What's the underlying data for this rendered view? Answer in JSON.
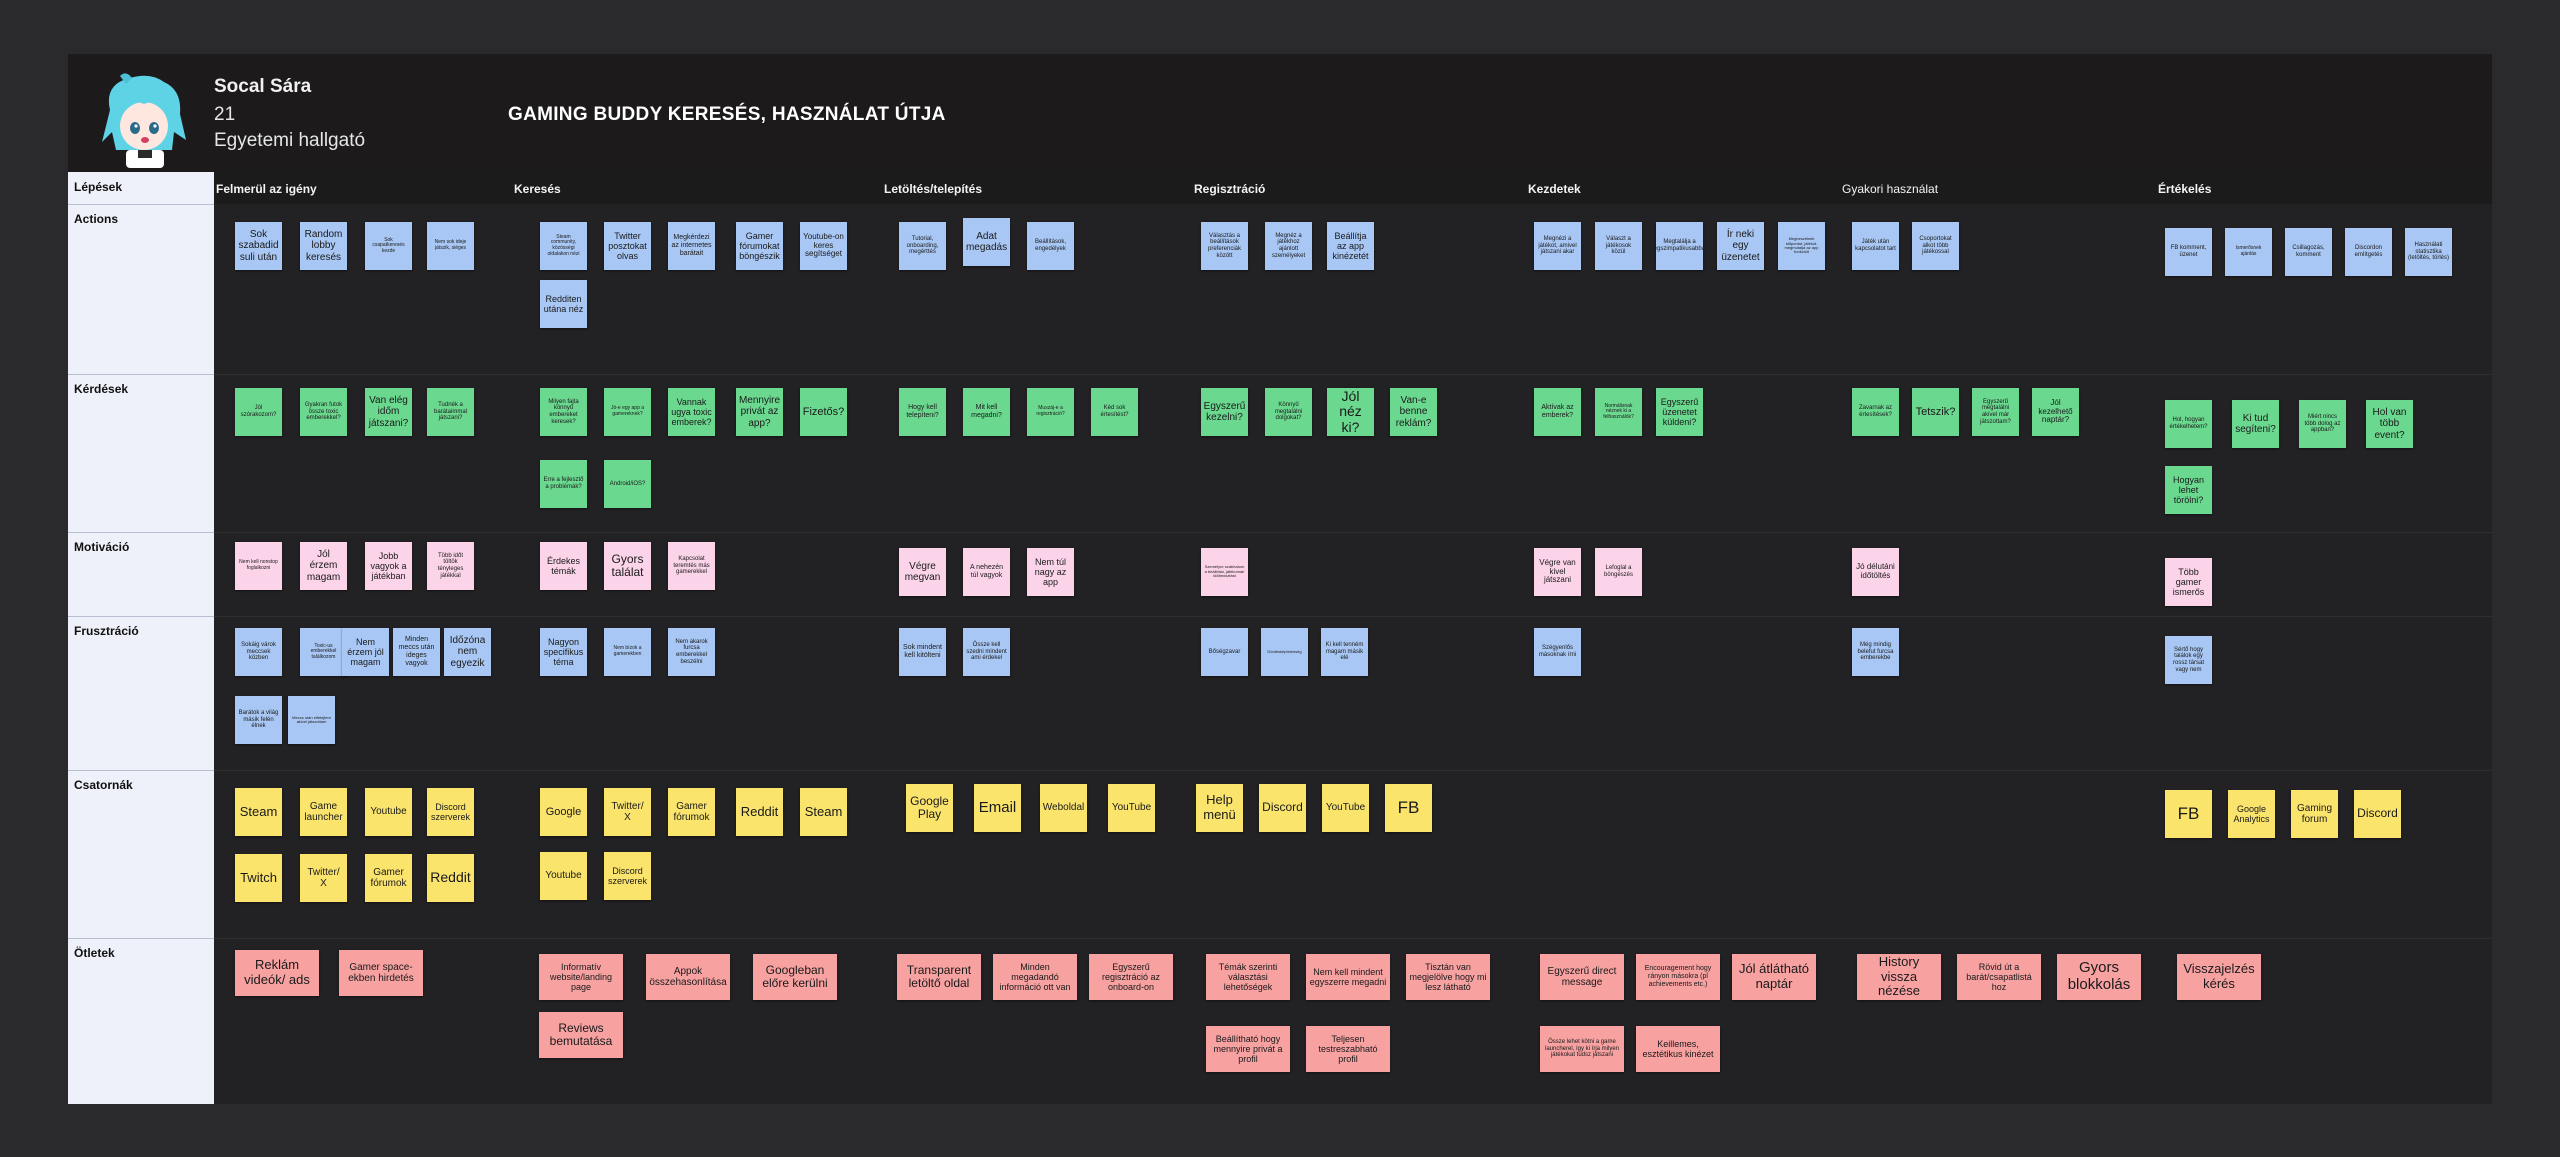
{
  "persona": {
    "name": "Socal Sára",
    "age": "21",
    "role": "Egyetemi hallgató"
  },
  "title": "GAMING BUDDY KERESÉS, HASZNÁLAT ÚTJA",
  "row_labels": [
    "Lépések",
    "Actions",
    "Kérdések",
    "Motiváció",
    "Frusztráció",
    "Csatornák",
    "Ötletek"
  ],
  "stages": [
    "Felmerül az igény",
    "Keresés",
    "Letöltés/telepítés",
    "Regisztráció",
    "Kezdetek",
    "Gyakori használat",
    "Értékelés"
  ],
  "notes": [
    {
      "t": "Sok szabadid suli után",
      "c": "b"
    },
    {
      "t": "Random lobby keresés",
      "c": "b"
    },
    {
      "t": "Sok csapatkeresés kezde",
      "c": "b"
    },
    {
      "t": "Nem sok ideje játszik, siéges",
      "c": "b"
    },
    {
      "t": "Steam community, közösségi oldalakon nézi",
      "c": "b"
    },
    {
      "t": "Twitter posztokat olvas",
      "c": "b"
    },
    {
      "t": "Megkérdezi az internetes barátait",
      "c": "b"
    },
    {
      "t": "Gamer fórumokat böngészik",
      "c": "b"
    },
    {
      "t": "Youtube-on keres segítséget",
      "c": "b"
    },
    {
      "t": "Redditen utána néz",
      "c": "b"
    },
    {
      "t": "Tutorial, onboarding, megérttés",
      "c": "b"
    },
    {
      "t": "Adat megadás",
      "c": "b"
    },
    {
      "t": "Beállítások, engedélyek",
      "c": "b"
    },
    {
      "t": "Választás a beállítások preferenciák között",
      "c": "b"
    },
    {
      "t": "Megnéz a játékhoz ajánlott személyeket",
      "c": "b"
    },
    {
      "t": "Beállítja az app kinézetét",
      "c": "b"
    },
    {
      "t": "Megnézi a játékot, amivel játszani akar",
      "c": "b"
    },
    {
      "t": "Választ a játékosok közül",
      "c": "b"
    },
    {
      "t": "Megtalálja a legszimpatikusabbat",
      "c": "b"
    },
    {
      "t": "Ír neki egy üzenetet",
      "c": "b"
    },
    {
      "t": "Megbeszélnek időpontot, játékot, megmutatja az app funkcióit",
      "c": "b"
    },
    {
      "t": "Játék után kapcsolatot tart",
      "c": "b"
    },
    {
      "t": "Csoportokat alkot több játékossal",
      "c": "b"
    },
    {
      "t": "FB komment, üzenet",
      "c": "b"
    },
    {
      "t": "Ismerősnek ajánlás",
      "c": "b"
    },
    {
      "t": "Csillagozás, komment",
      "c": "b"
    },
    {
      "t": "Discordon említgetés",
      "c": "b"
    },
    {
      "t": "Használati statisztika (letöltés, törlés)",
      "c": "b"
    },
    {
      "t": "Jól szórakozom?",
      "c": "g"
    },
    {
      "t": "Gyakran futok össze toxic emberekkel?",
      "c": "g"
    },
    {
      "t": "Van elég időm játszani?",
      "c": "g"
    },
    {
      "t": "Tudnék a barátaimmal játszani?",
      "c": "g"
    },
    {
      "t": "Milyen fajta könnyű embereket keresek?",
      "c": "g"
    },
    {
      "t": "Jó-e egy app a gamereknek?",
      "c": "g"
    },
    {
      "t": "Vannak ugya toxic emberek?",
      "c": "g"
    },
    {
      "t": "Mennyire privát az app?",
      "c": "g"
    },
    {
      "t": "Fizetős?",
      "c": "g"
    },
    {
      "t": "Erre a fejlesztő a problémák?",
      "c": "g"
    },
    {
      "t": "Android/iOS?",
      "c": "g"
    },
    {
      "t": "Hogy kell telepíteni?",
      "c": "g"
    },
    {
      "t": "Mit kell megadni?",
      "c": "g"
    },
    {
      "t": "Muszáj-e a regisztráció?",
      "c": "g"
    },
    {
      "t": "Kéd sok értesítést?",
      "c": "g"
    },
    {
      "t": "Egyszerű kezelni?",
      "c": "g"
    },
    {
      "t": "Könnyű megtalálni dolgokat?",
      "c": "g"
    },
    {
      "t": "Jól néz ki?",
      "c": "g"
    },
    {
      "t": "Van-e benne reklám?",
      "c": "g"
    },
    {
      "t": "Aktívak az emberek?",
      "c": "g"
    },
    {
      "t": "Normálisnak néznek ki a felhasználók?",
      "c": "g"
    },
    {
      "t": "Egyszerű üzenetet küldeni?",
      "c": "g"
    },
    {
      "t": "Zavarnak az értesítések?",
      "c": "g"
    },
    {
      "t": "Tetszik?",
      "c": "g"
    },
    {
      "t": "Egyszerű megtalálni akivel már játszottam?",
      "c": "g"
    },
    {
      "t": "Jól kezelhető naptár?",
      "c": "g"
    },
    {
      "t": "Hol, hogyan értékelhetem?",
      "c": "g"
    },
    {
      "t": "Ki tud segíteni?",
      "c": "g"
    },
    {
      "t": "Miért nincs több dolog az appban?",
      "c": "g"
    },
    {
      "t": "Hol van több event?",
      "c": "g"
    },
    {
      "t": "Hogyan lehet törölni?",
      "c": "g"
    },
    {
      "t": "Nem kell nonstop foglalkozni",
      "c": "p"
    },
    {
      "t": "Jól érzem magam",
      "c": "p"
    },
    {
      "t": "Jobb vagyok a játékban",
      "c": "p"
    },
    {
      "t": "Több időt töltök tényleges játékkal",
      "c": "p"
    },
    {
      "t": "Érdekes témák",
      "c": "p"
    },
    {
      "t": "Gyors találat",
      "c": "p"
    },
    {
      "t": "Kapcsolat teremtés más gamerekkel",
      "c": "p"
    },
    {
      "t": "Végre megvan",
      "c": "p"
    },
    {
      "t": "A nehezén túl vagyok",
      "c": "p"
    },
    {
      "t": "Nem túl nagy az app",
      "c": "p"
    },
    {
      "t": "Személyre szabhatom a beállítási, játékomat/ időbeosztást",
      "c": "p"
    },
    {
      "t": "Végre van kivel játszani",
      "c": "p"
    },
    {
      "t": "Lefoglal a böngészés",
      "c": "p"
    },
    {
      "t": "Jó délutáni időtöltés",
      "c": "p"
    },
    {
      "t": "Több gamer ismerős",
      "c": "p"
    },
    {
      "t": "Sokáig várok meccsek közben",
      "c": "b"
    },
    {
      "t": "Toxic-us emberekkel találkozom",
      "c": "b"
    },
    {
      "t": "Nem érzem jól magam",
      "c": "b"
    },
    {
      "t": "Minden meccs után ideges vagyok",
      "c": "b"
    },
    {
      "t": "Időzóna nem egyezik",
      "c": "b"
    },
    {
      "t": "Barátok a világ másik felén élnek",
      "c": "b"
    },
    {
      "t": "Meccs után elfelejtem akivel játszottam",
      "c": "b"
    },
    {
      "t": "Nagyon specifikus téma",
      "c": "b"
    },
    {
      "t": "Nem bízok a gamerekben",
      "c": "b"
    },
    {
      "t": "Nem akarok furcsa emberekkel beszélni",
      "c": "b"
    },
    {
      "t": "Sok mindent kell kitölteni",
      "c": "b"
    },
    {
      "t": "Össze kell szedni mindent ami érdekel",
      "c": "b"
    },
    {
      "t": "Bőségzavar",
      "c": "b"
    },
    {
      "t": "Döntésképtelenség",
      "c": "b"
    },
    {
      "t": "Ki kell tenném magam másik elé",
      "c": "b"
    },
    {
      "t": "Szégyenlős másoknak írni",
      "c": "b"
    },
    {
      "t": "Még mindig belefut furcsa emberekbe",
      "c": "b"
    },
    {
      "t": "Sértő hogy találok egy rossz társat vagy nem",
      "c": "b"
    },
    {
      "t": "Steam",
      "c": "y"
    },
    {
      "t": "Game launcher",
      "c": "y"
    },
    {
      "t": "Youtube",
      "c": "y"
    },
    {
      "t": "Discord szerverek",
      "c": "y"
    },
    {
      "t": "Twitch",
      "c": "y"
    },
    {
      "t": "Twitter/ X",
      "c": "y"
    },
    {
      "t": "Gamer fórumok",
      "c": "y"
    },
    {
      "t": "Reddit",
      "c": "y"
    },
    {
      "t": "Google",
      "c": "y"
    },
    {
      "t": "Twitter/ X",
      "c": "y"
    },
    {
      "t": "Gamer fórumok",
      "c": "y"
    },
    {
      "t": "Reddit",
      "c": "y"
    },
    {
      "t": "Steam",
      "c": "y"
    },
    {
      "t": "Youtube",
      "c": "y"
    },
    {
      "t": "Discord szerverek",
      "c": "y"
    },
    {
      "t": "Google Play",
      "c": "y"
    },
    {
      "t": "Email",
      "c": "y"
    },
    {
      "t": "Weboldal",
      "c": "y"
    },
    {
      "t": "YouTube",
      "c": "y"
    },
    {
      "t": "Help menü",
      "c": "y"
    },
    {
      "t": "Discord",
      "c": "y"
    },
    {
      "t": "YouTube",
      "c": "y"
    },
    {
      "t": "FB",
      "c": "y"
    },
    {
      "t": "FB",
      "c": "y"
    },
    {
      "t": "Google Analytics",
      "c": "y"
    },
    {
      "t": "Gaming forum",
      "c": "y"
    },
    {
      "t": "Discord",
      "c": "y"
    },
    {
      "t": "Reklám videók/ ads",
      "c": "r"
    },
    {
      "t": "Gamer space-ekben hirdetés",
      "c": "r"
    },
    {
      "t": "Informatív website/landing page",
      "c": "r"
    },
    {
      "t": "Appok összehasonlítása",
      "c": "r"
    },
    {
      "t": "Googleban előre kerülni",
      "c": "r"
    },
    {
      "t": "Reviews bemutatása",
      "c": "r"
    },
    {
      "t": "Transparent letöltő oldal",
      "c": "r"
    },
    {
      "t": "Minden megadandó információ ott van",
      "c": "r"
    },
    {
      "t": "Egyszerű regisztráció az onboard-on",
      "c": "r"
    },
    {
      "t": "Témák szerinti választási lehetőségek",
      "c": "r"
    },
    {
      "t": "Nem kell mindent egyszerre megadni",
      "c": "r"
    },
    {
      "t": "Tisztán van megjelölve hogy mi lesz látható",
      "c": "r"
    },
    {
      "t": "Beállítható hogy mennyire privát a profil",
      "c": "r"
    },
    {
      "t": "Teljesen testreszabható profil",
      "c": "r"
    },
    {
      "t": "Egyszerű direct message",
      "c": "r"
    },
    {
      "t": "Encouragement hogy rányon másokra (pl achievements etc.)",
      "c": "r"
    },
    {
      "t": "Jól átlátható naptár",
      "c": "r"
    },
    {
      "t": "Össze lehet kötni a game launcherel, így ki írja milyen játékokat tudsz játszani",
      "c": "r"
    },
    {
      "t": "Keillemes, esztétikus kinézet",
      "c": "r"
    },
    {
      "t": "History vissza nézése",
      "c": "r"
    },
    {
      "t": "Rövid út a barát/csapatlistá hoz",
      "c": "r"
    },
    {
      "t": "Gyors blokkolás",
      "c": "r"
    },
    {
      "t": "Visszajelzés kérés",
      "c": "r"
    }
  ]
}
